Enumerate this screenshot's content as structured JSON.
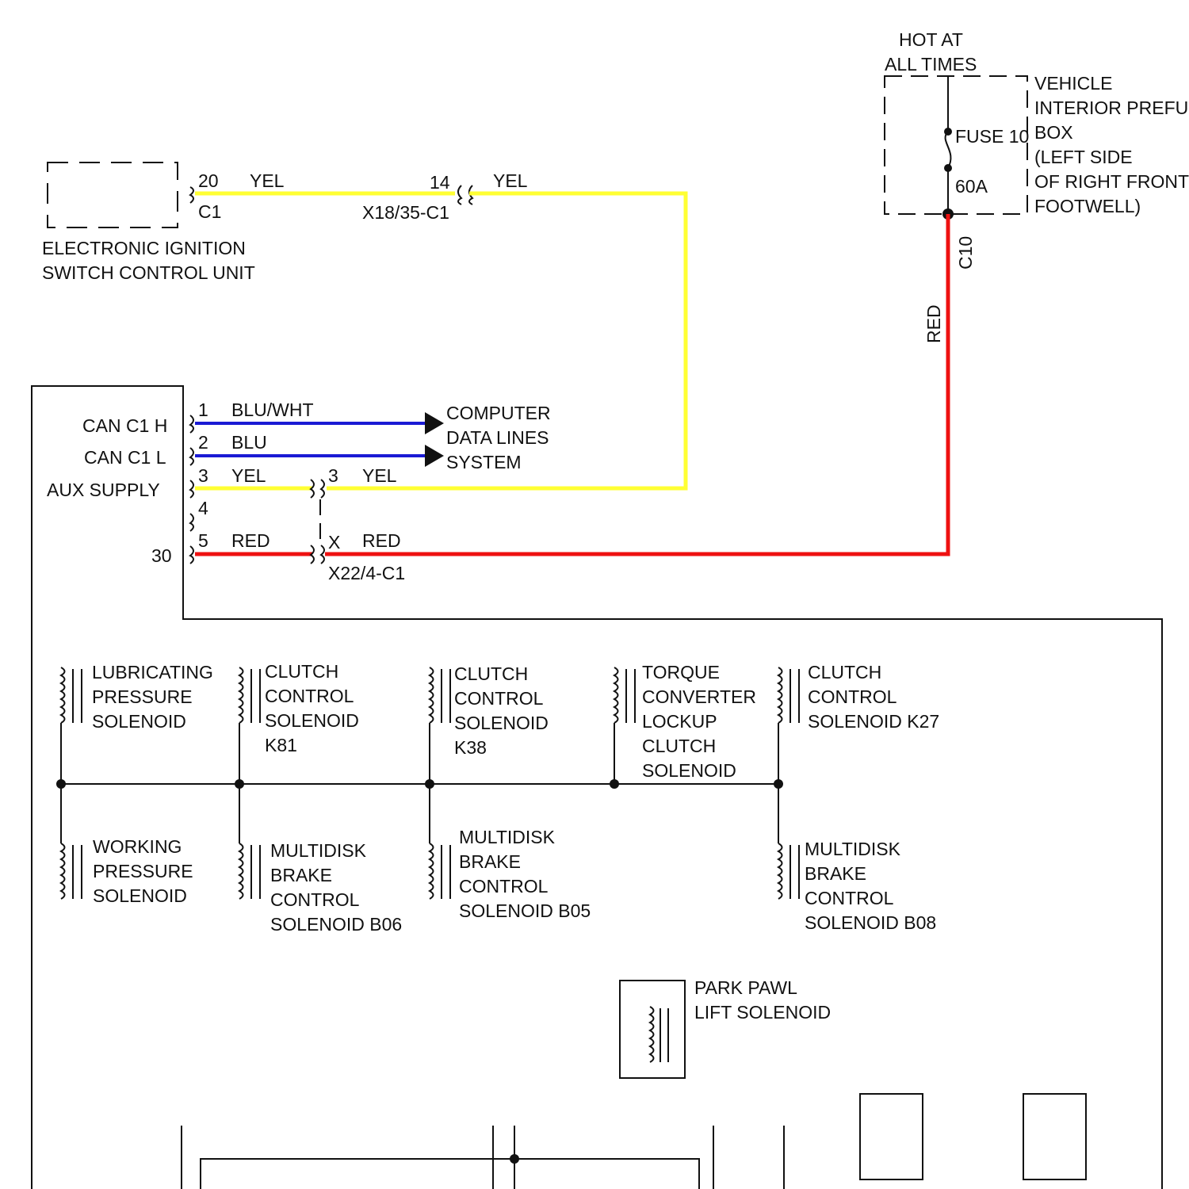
{
  "colors": {
    "yellow_wire": "#ffff33",
    "blue_wire": "#1a1ad4",
    "red_wire": "#ee1111"
  },
  "power": {
    "hot_lines": [
      "HOT AT",
      "ALL TIMES"
    ],
    "box_lines": [
      "VEHICLE",
      "INTERIOR PREFU",
      "BOX",
      "(LEFT SIDE",
      "OF RIGHT FRONT",
      "FOOTWELL)"
    ],
    "fuse_label": "FUSE 10",
    "fuse_rating": "60A",
    "splice": "C10",
    "wire_color": "RED"
  },
  "eis": {
    "name_lines": [
      "ELECTRONIC IGNITION",
      "SWITCH CONTROL UNIT"
    ],
    "pin": "20",
    "connector": "C1",
    "wire": "YEL"
  },
  "inline_x18": {
    "pin": "14",
    "connector": "X18/35-C1",
    "wire": "YEL"
  },
  "module": {
    "pin_labels": [
      "CAN C1 H",
      "CAN C1 L",
      "AUX SUPPLY",
      "30"
    ],
    "pins": [
      "1",
      "2",
      "3",
      "4",
      "5"
    ],
    "wires": [
      "BLU/WHT",
      "BLU",
      "YEL",
      "RED"
    ]
  },
  "data_lines": [
    "COMPUTER",
    "DATA LINES",
    "SYSTEM"
  ],
  "inline_x22": {
    "pin_yel": "3",
    "wire_yel": "YEL",
    "pin_red": "X",
    "wire_red": "RED",
    "connector": "X22/4-C1"
  },
  "solenoids_top": [
    [
      "LUBRICATING",
      "PRESSURE",
      "SOLENOID"
    ],
    [
      "CLUTCH",
      "CONTROL",
      "SOLENOID",
      "K81"
    ],
    [
      "CLUTCH",
      "CONTROL",
      "SOLENOID",
      "K38"
    ],
    [
      "TORQUE",
      "CONVERTER",
      "LOCKUP",
      "CLUTCH",
      "SOLENOID"
    ],
    [
      "CLUTCH",
      "CONTROL",
      "SOLENOID K27"
    ]
  ],
  "solenoids_bottom": [
    [
      "WORKING",
      "PRESSURE",
      "SOLENOID"
    ],
    [
      "MULTIDISK",
      "BRAKE",
      "CONTROL",
      "SOLENOID B06"
    ],
    [
      "MULTIDISK",
      "BRAKE",
      "CONTROL",
      "SOLENOID B05"
    ],
    [
      "MULTIDISK",
      "BRAKE",
      "CONTROL",
      "SOLENOID B08"
    ]
  ],
  "park_pawl_lines": [
    "PARK PAWL",
    "LIFT SOLENOID"
  ]
}
